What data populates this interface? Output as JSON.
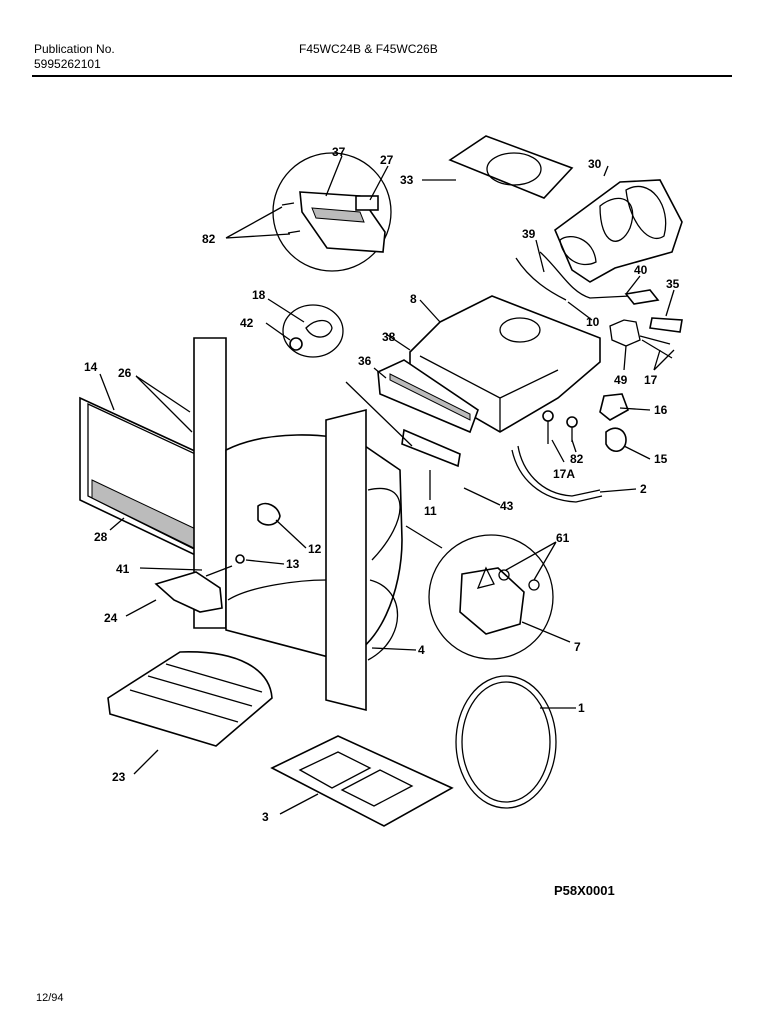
{
  "header": {
    "publication_label": "Publication No.",
    "publication_number": "5995262101",
    "model_title": "F45WC24B & F45WC26B"
  },
  "diagram": {
    "callouts": [
      "37",
      "27",
      "33",
      "30",
      "82",
      "39",
      "40",
      "35",
      "18",
      "8",
      "42",
      "10",
      "38",
      "36",
      "49",
      "17",
      "14",
      "26",
      "16",
      "82",
      "15",
      "17A",
      "2",
      "11",
      "43",
      "28",
      "12",
      "61",
      "41",
      "13",
      "24",
      "7",
      "4",
      "1",
      "23",
      "3"
    ],
    "code": "P58X0001"
  },
  "footer": {
    "date": "12/94"
  }
}
